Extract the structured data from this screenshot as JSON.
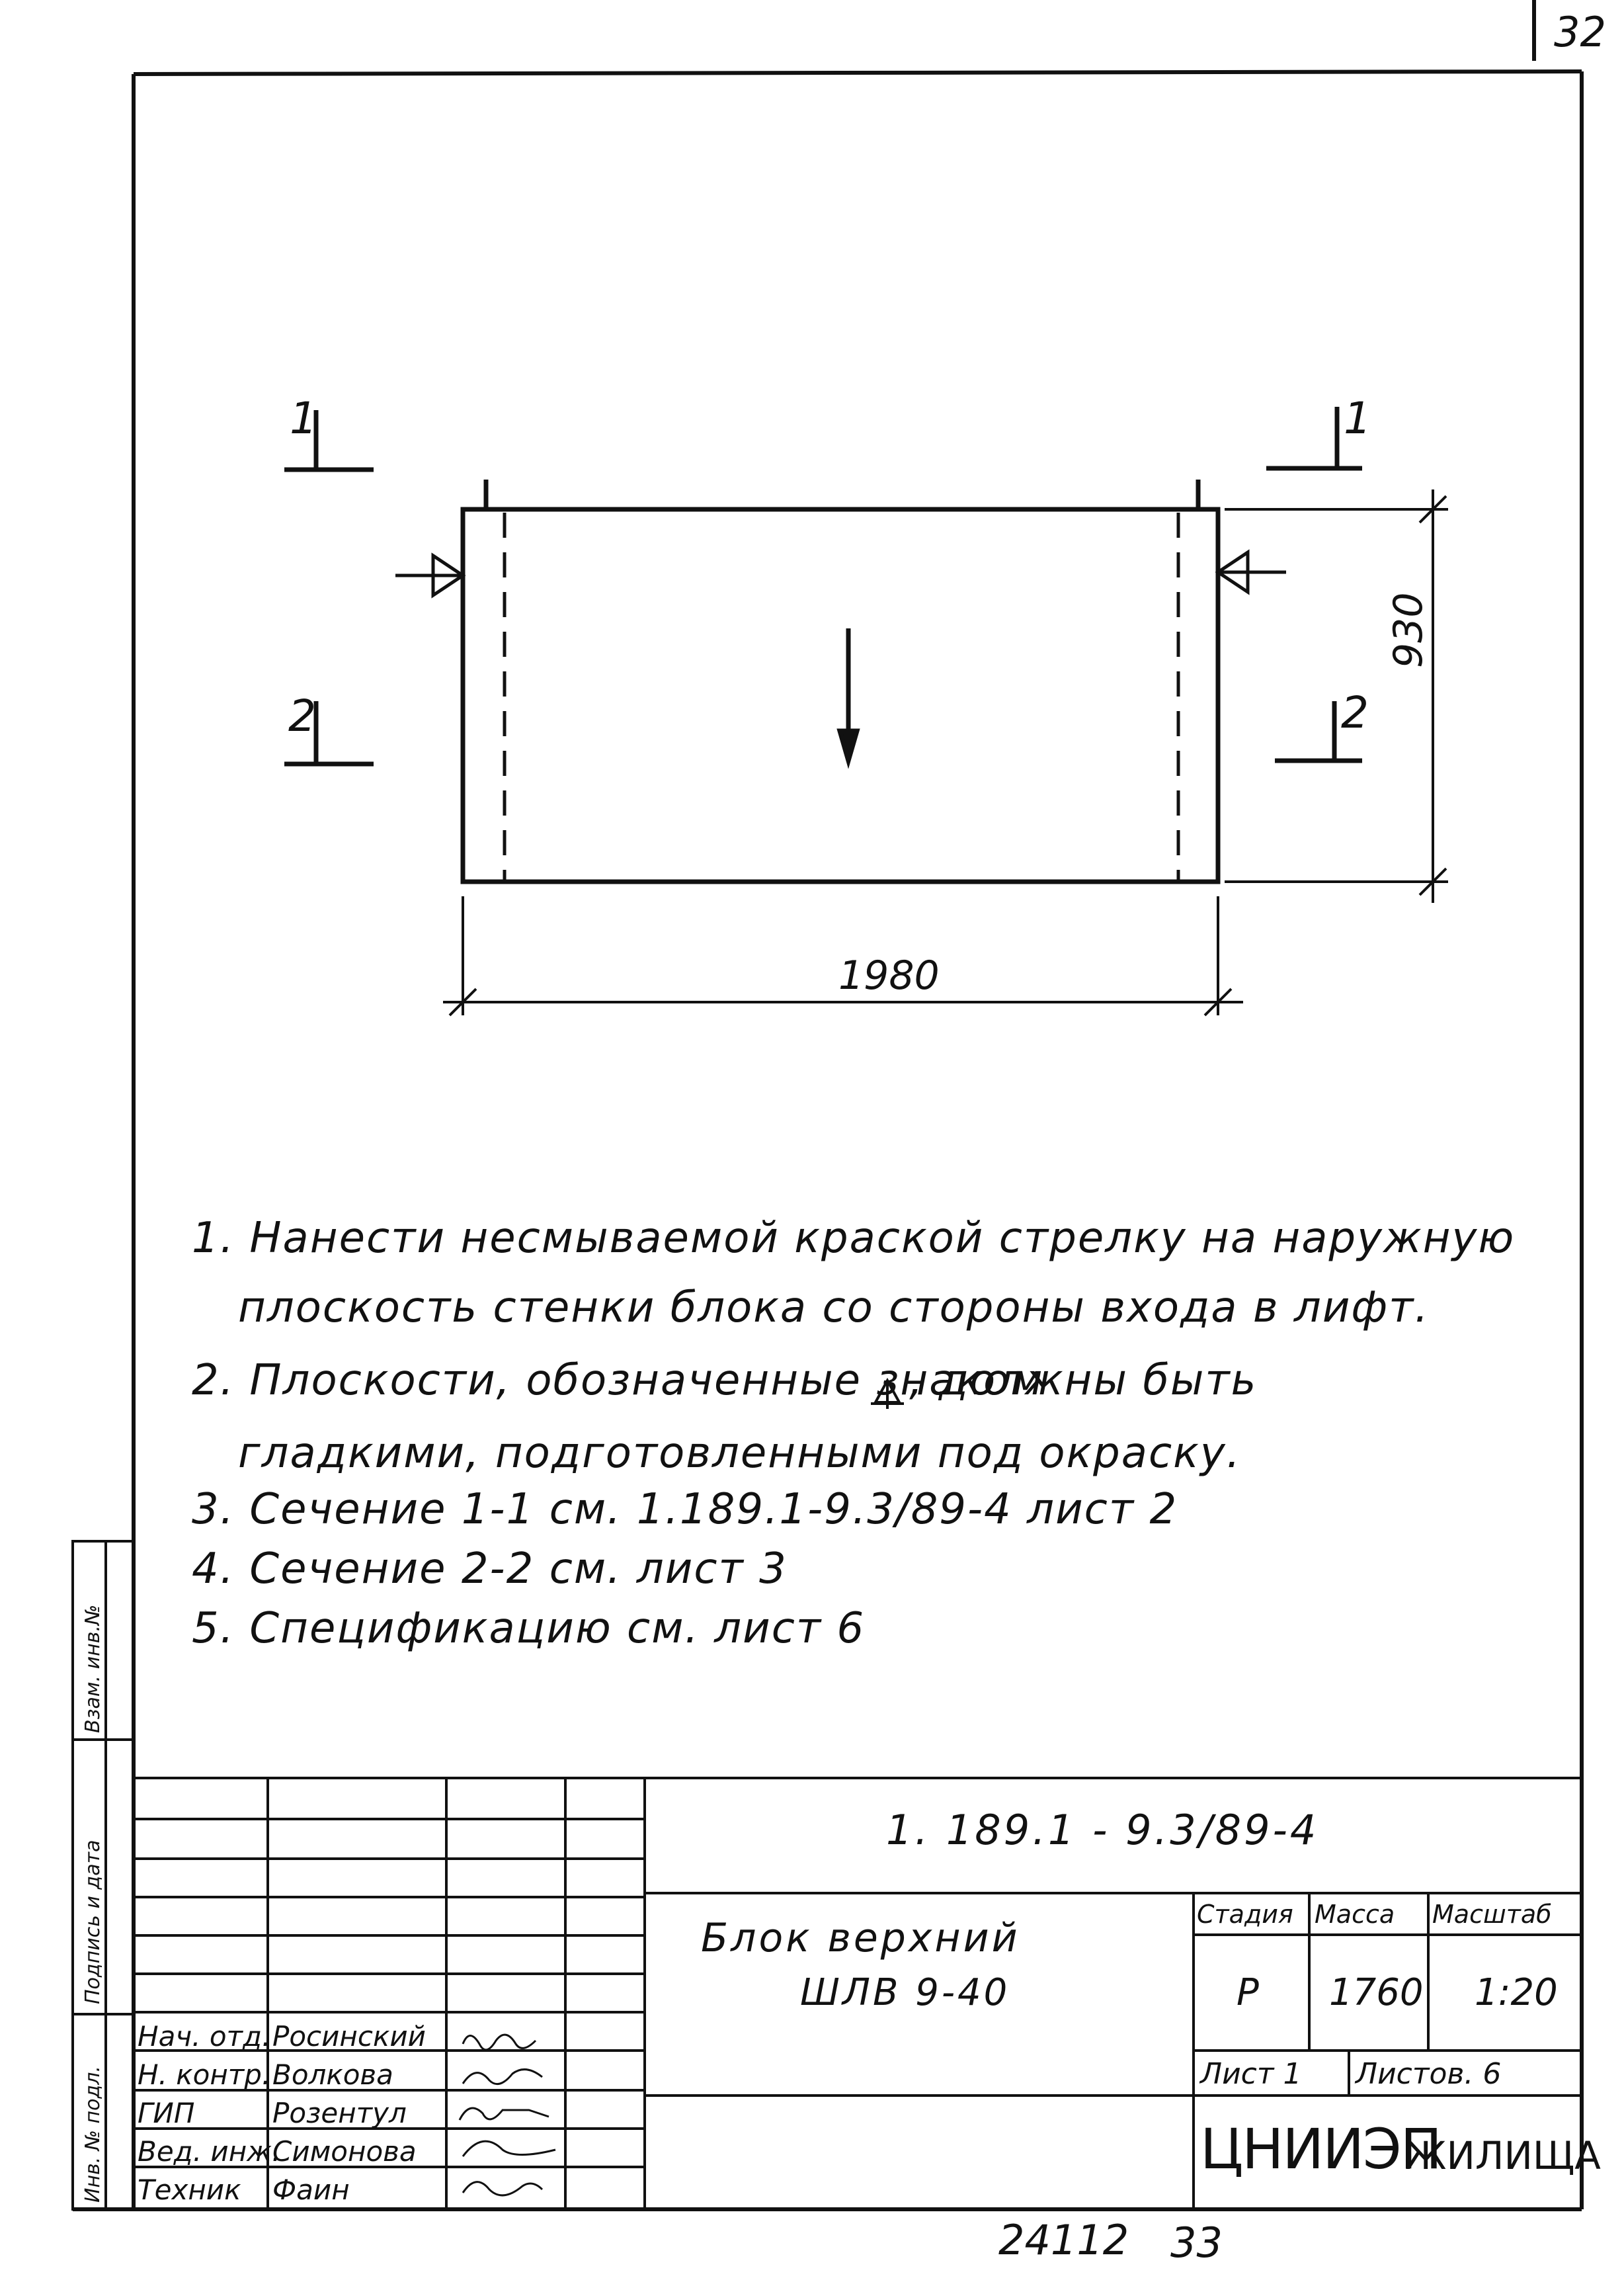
{
  "sheet": {
    "corner_number": "32",
    "bottom_number": "24112",
    "page_number": "33"
  },
  "drawing": {
    "width_dim": "1980",
    "height_dim": "930",
    "section_1_label": "1",
    "section_2_label": "2"
  },
  "notes": [
    "1. Нанести несмываемой краской стрелку на наружную",
    "плоскость стенки блока со стороны входа в лифт.",
    "2. Плоскости, обозначенные знаком",
    ", должны быть",
    "гладкими, подготовленными под окраску.",
    "3. Сечение 1-1 см. 1.189.1-9.3/89-4 лист 2",
    "4. Сечение 2-2 см. лист 3",
    "5. Спецификацию см. лист 6"
  ],
  "side_stamps": {
    "inv_podl": "Инв. № подл.",
    "podpis_data": "Подпись и дата",
    "vzam_inv": "Взам. инв.№"
  },
  "title_block": {
    "doc_code": "1. 189.1 - 9.3/89-4",
    "name_line1": "Блок верхний",
    "name_line2": "ШЛВ 9-40",
    "stage_header": "Стадия",
    "mass_header": "Масса",
    "scale_header": "Масштаб",
    "stage": "Р",
    "mass": "1760",
    "scale": "1:20",
    "sheet": "Лист 1",
    "sheets": "Листов. 6",
    "org": "ЦНИИЭП",
    "org_suffix": "жилища",
    "staff": [
      {
        "role": "Нач. отд.",
        "name": "Росинский"
      },
      {
        "role": "Н. контр.",
        "name": "Волкова"
      },
      {
        "role": "ГИП",
        "name": "Розентул"
      },
      {
        "role": "Вед. инж.",
        "name": "Симонова"
      },
      {
        "role": "Техник",
        "name": "Фаин"
      }
    ]
  }
}
